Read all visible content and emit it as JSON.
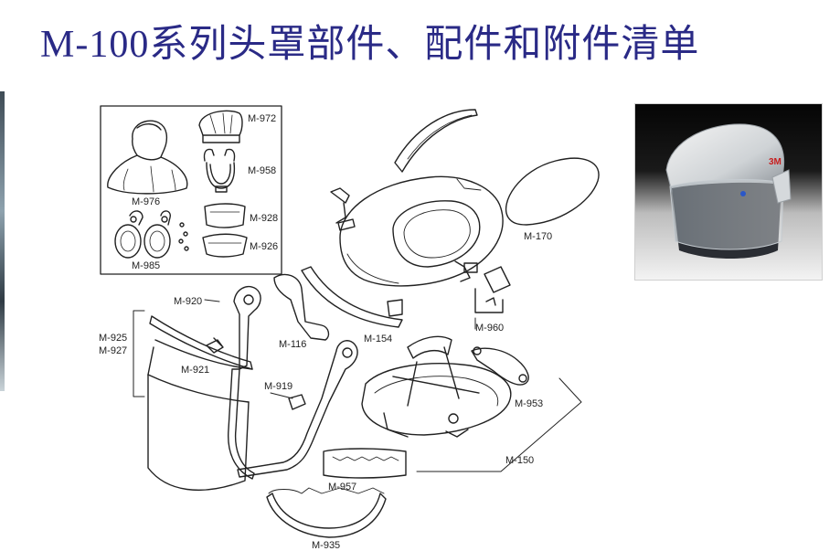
{
  "title": "M-100系列头罩部件、配件和附件清单",
  "photo": {
    "brand_mark": "3M"
  },
  "parts": {
    "m972": "M-972",
    "m958": "M-958",
    "m928": "M-928",
    "m926": "M-926",
    "m976": "M-976",
    "m985": "M-985",
    "m170": "M-170",
    "m960": "M-960",
    "m920": "M-920",
    "m925": "M-925",
    "m927": "M-927",
    "m921": "M-921",
    "m116": "M-116",
    "m154": "M-154",
    "m919": "M-919",
    "m953": "M-953",
    "m150": "M-150",
    "m957": "M-957",
    "m935": "M-935"
  },
  "colors": {
    "title": "#2a2a86",
    "line": "#222222"
  }
}
